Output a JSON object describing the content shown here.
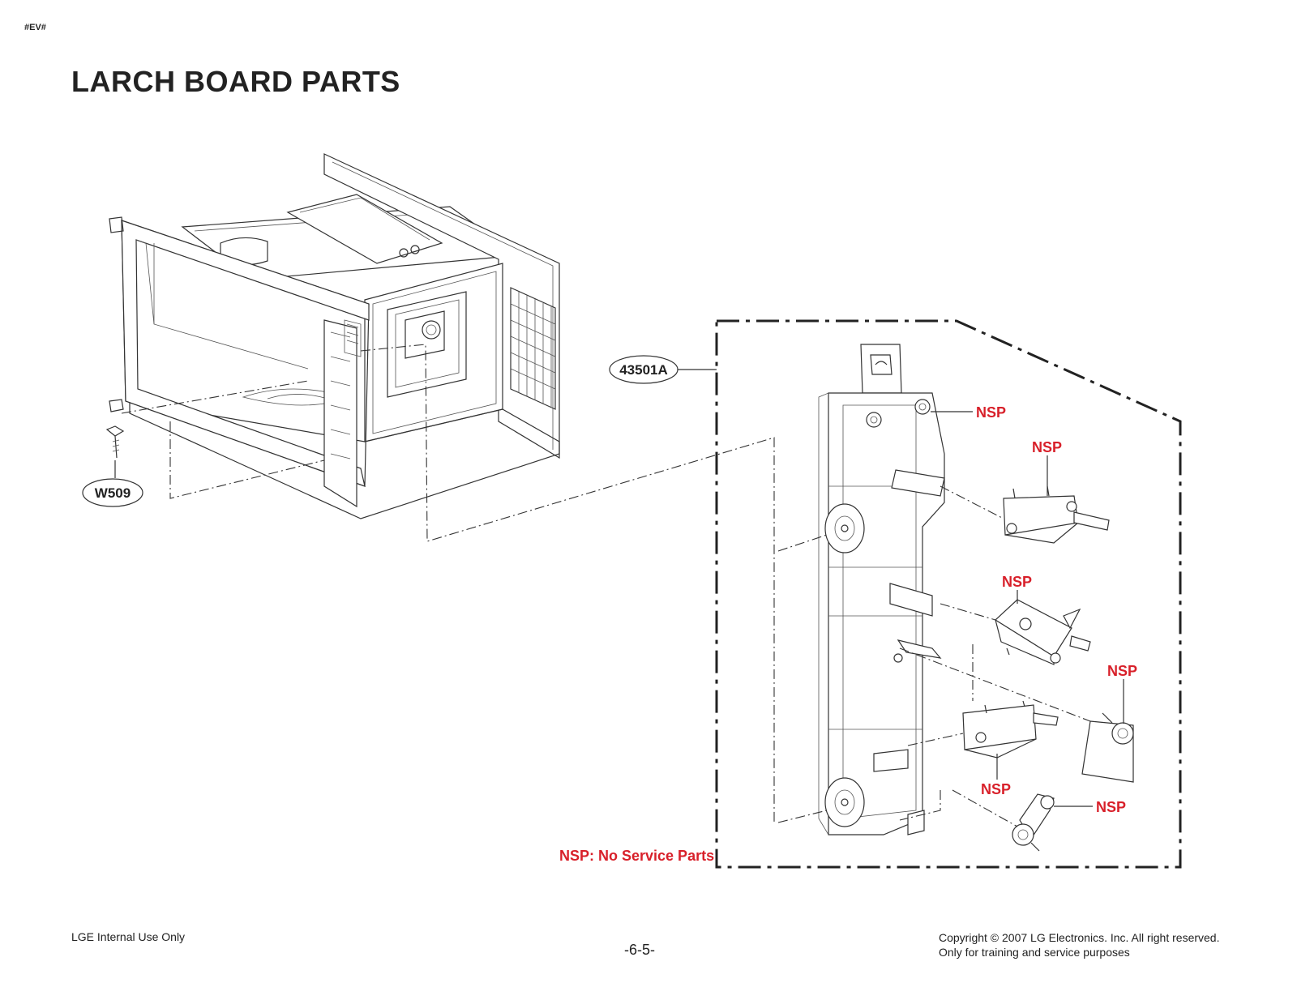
{
  "header": {
    "doc_code": "#EV#",
    "title": "LARCH BOARD PARTS"
  },
  "diagram": {
    "part_labels": [
      "W509",
      "43501A"
    ],
    "nsp_label": "NSP",
    "note": "NSP: No Service Parts"
  },
  "footer": {
    "left": "LGE Internal Use Only",
    "page": "-6-5-",
    "copyright": "Copyright © 2007 LG Electronics. Inc. All right reserved.",
    "purpose": "Only for training and service purposes"
  },
  "colors": {
    "nsp": "#d8202a",
    "line": "#333333"
  }
}
